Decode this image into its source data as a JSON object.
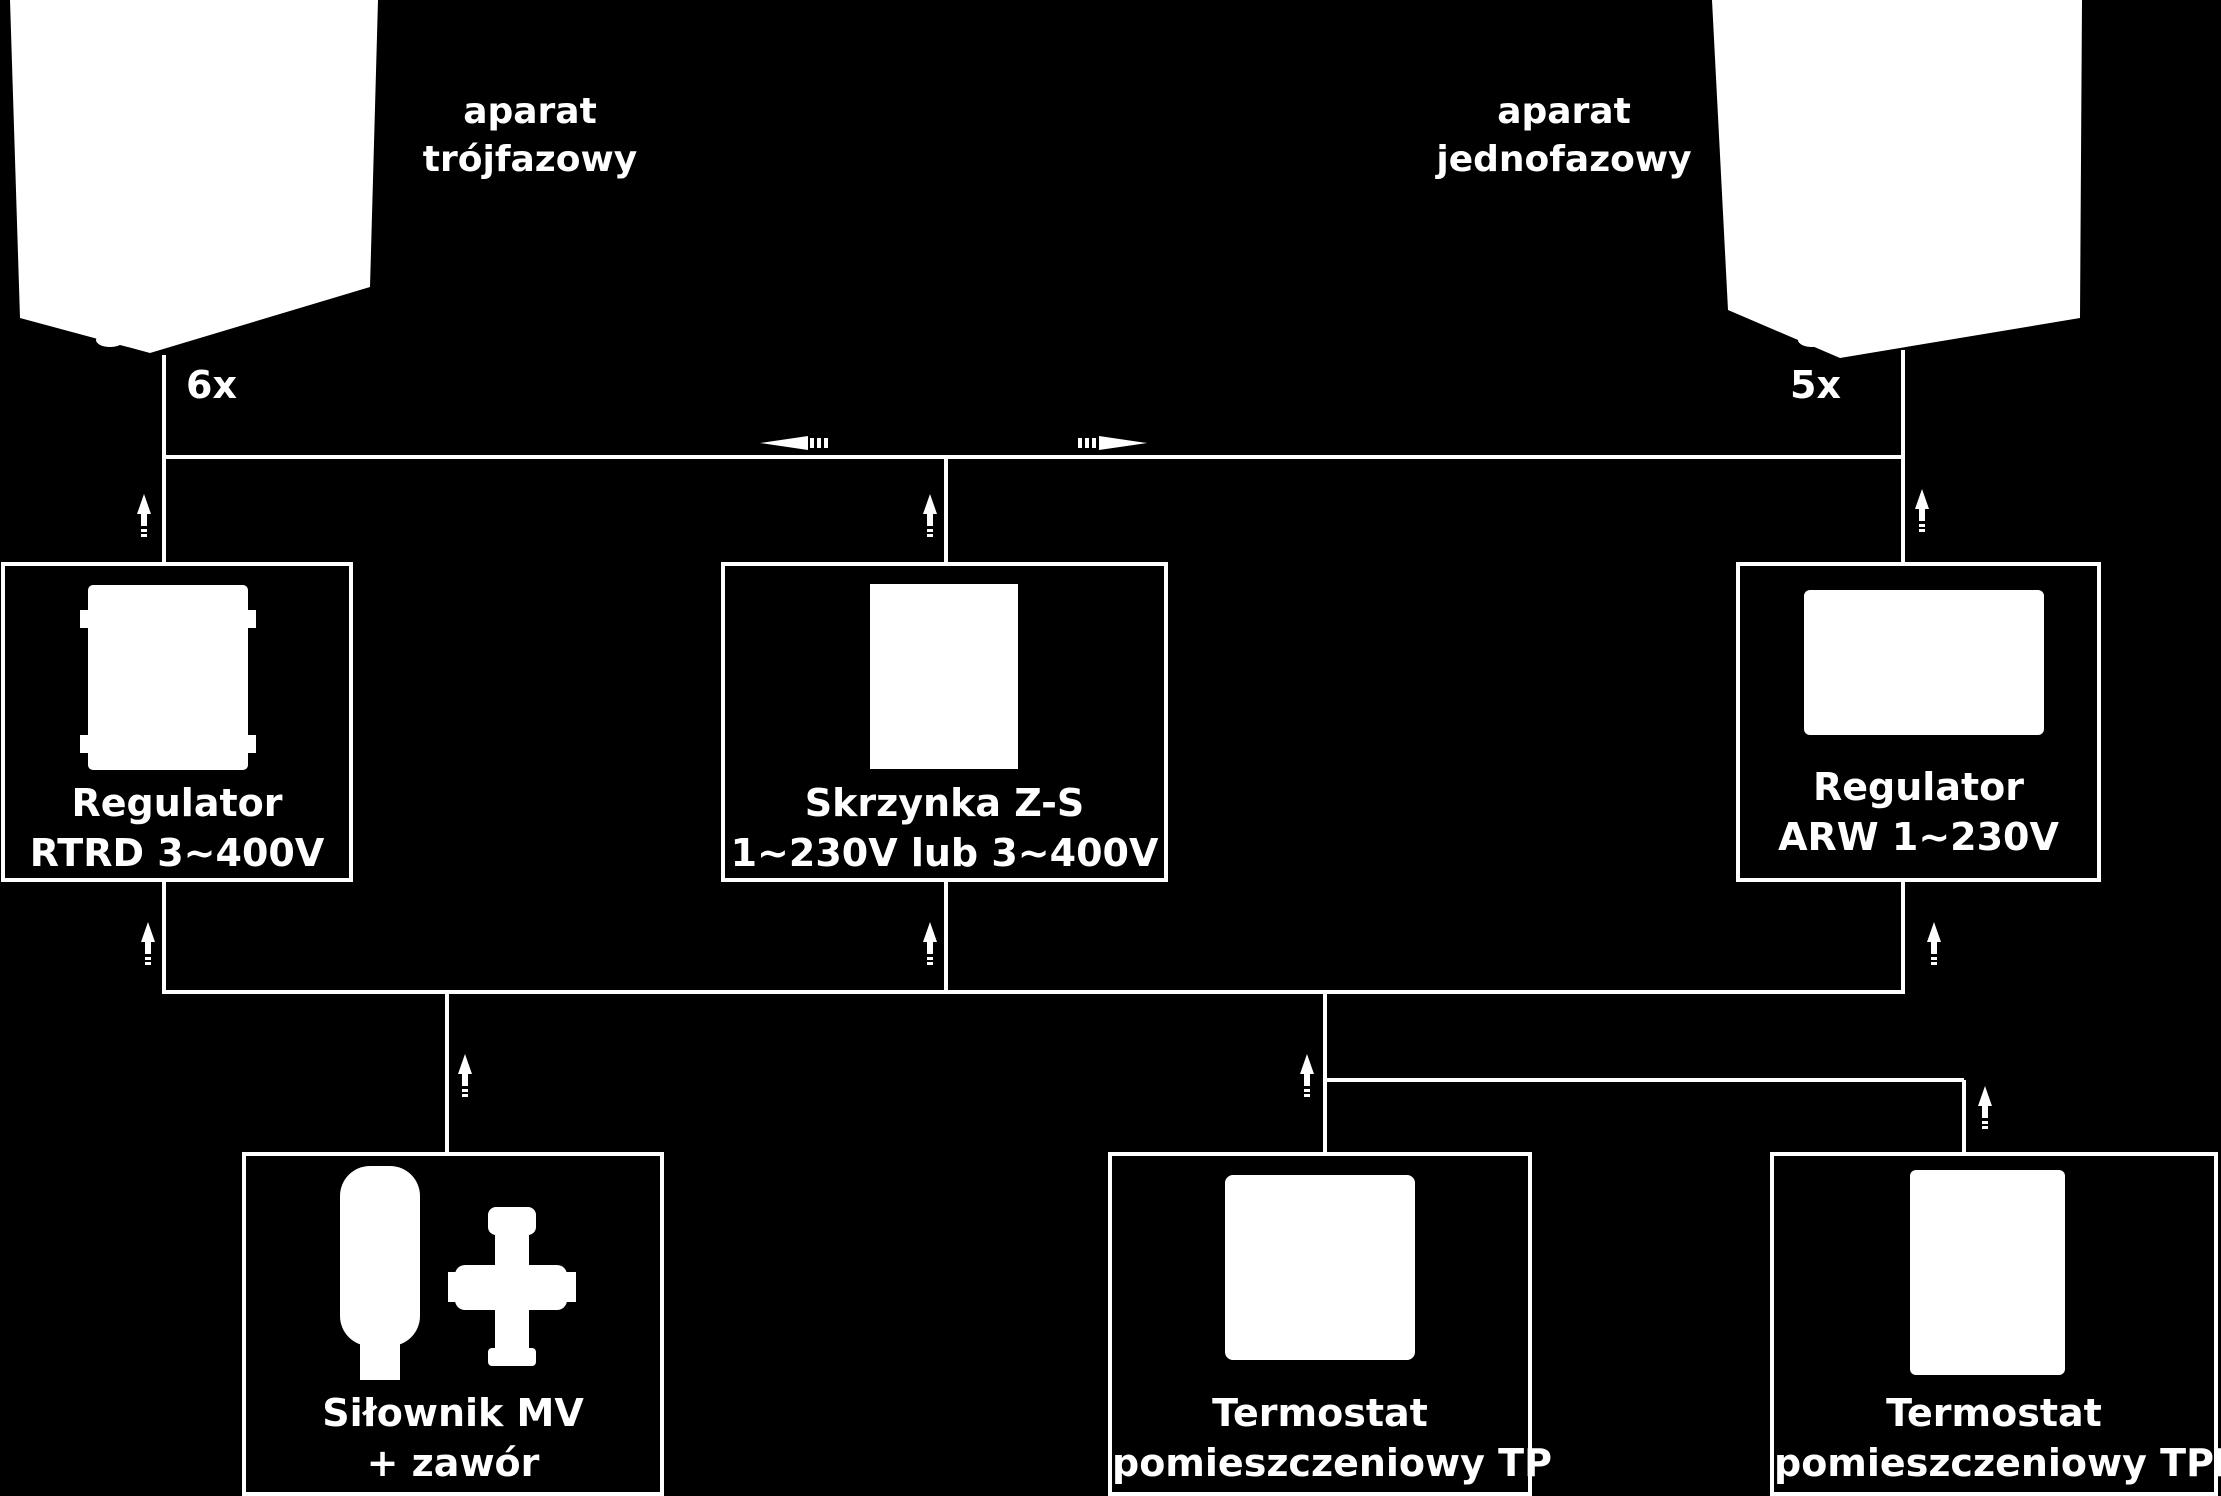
{
  "colors": {
    "background": "#000000",
    "foreground": "#ffffff"
  },
  "top_devices": {
    "three_phase": {
      "label_line1": "aparat",
      "label_line2": "trójfazowy",
      "multiplier": "6x"
    },
    "single_phase": {
      "label_line1": "aparat",
      "label_line2": "jednofazowy",
      "multiplier": "5x"
    }
  },
  "controllers": {
    "rtrd": {
      "line1": "Regulator",
      "line2": "RTRD 3~400V"
    },
    "zs": {
      "line1": "Skrzynka Z-S",
      "line2": "1~230V lub 3~400V"
    },
    "arw": {
      "line1": "Regulator",
      "line2": "ARW 1~230V"
    }
  },
  "peripherals": {
    "actuator": {
      "line1": "Siłownik MV",
      "line2": "+ zawór"
    },
    "tp": {
      "line1": "Termostat",
      "line2": "pomieszczeniowy TP"
    },
    "tpp": {
      "line1": "Termostat",
      "line2": "pomieszczeniowy TPP"
    }
  }
}
